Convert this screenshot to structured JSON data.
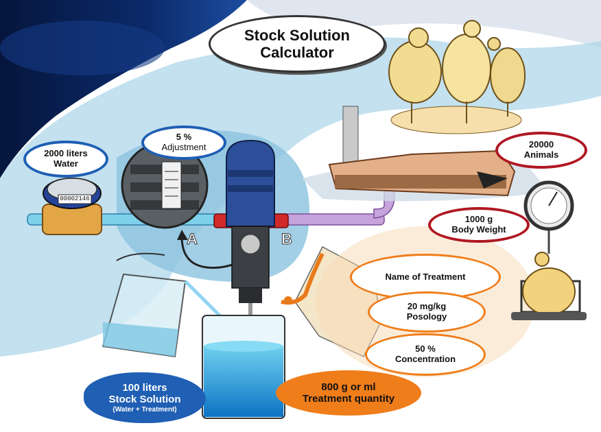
{
  "title": {
    "line1": "Stock Solution",
    "line2": "Calculator"
  },
  "water": {
    "value": "2000 liters",
    "label": "Water"
  },
  "adjustment": {
    "value": "5 %",
    "label": "Adjustment"
  },
  "animals": {
    "value": "20000",
    "label": "Animals"
  },
  "body_weight": {
    "value": "1000 g",
    "label": "Body Weight"
  },
  "treatment_name": {
    "label": "Name of Treatment"
  },
  "posology": {
    "value": "20 mg/kg",
    "label": "Posology"
  },
  "concentration": {
    "value": "50 %",
    "label": "Concentration"
  },
  "treatment_quantity": {
    "value": "800 g or ml",
    "label": "Treatment quantity"
  },
  "stock_solution": {
    "value": "100 liters",
    "label": "Stock Solution",
    "note": "(Water + Treatment)"
  },
  "meter_reading": "00002146",
  "valve_labels": {
    "a": "A",
    "b": "B"
  },
  "colors": {
    "blue": "#1f5fb4",
    "red": "#b01722",
    "orange": "#ef7d1a",
    "background_water": "#a9d4e8"
  }
}
